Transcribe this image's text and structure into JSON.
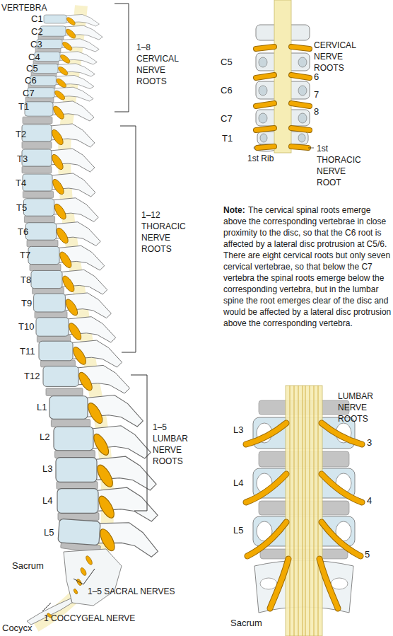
{
  "diagram": {
    "labels": [
      "VERTEBRA",
      "C1",
      "C2",
      "C3",
      "C4",
      "C5",
      "C6",
      "C7",
      "T1",
      "T2",
      "T3",
      "T4",
      "T5",
      "T6",
      "T7",
      "T8",
      "T9",
      "T10",
      "T11",
      "T12",
      "L1",
      "L2",
      "L3",
      "L4",
      "L5",
      "Sacrum",
      "Cocycx",
      "1–8 CERVICAL NERVE ROOTS",
      "1–12 THORACIC NERVE ROOTS",
      "1–5 LUMBAR NERVE ROOTS",
      "1–5 SACRAL NERVES",
      "1 COCCYGEAL NERVE",
      "CERVICAL NERVE ROOTS",
      "C5",
      "C6",
      "C7",
      "T1",
      "6",
      "7",
      "8",
      "1st Rib",
      "1st THORACIC NERVE ROOT",
      "Note:",
      "The cervical spinal roots emerge above the corresponding vertebrae in close proximity to the disc, so that the C6 root is affected by a lateral disc protrusion at C5/6.",
      "There are eight cervical roots but only seven cervical vertebrae, so that below the C7 vertebra the spinal roots emerge below the corresponding vertebra, but in the lumbar spine the root emerges clear of the disc and would be affected by a lateral disc protrusion above the corresponding vertebra.",
      "LUMBAR NERVE ROOTS",
      "L3",
      "L4",
      "L5",
      "3",
      "4",
      "5",
      "Sacrum"
    ]
  }
}
